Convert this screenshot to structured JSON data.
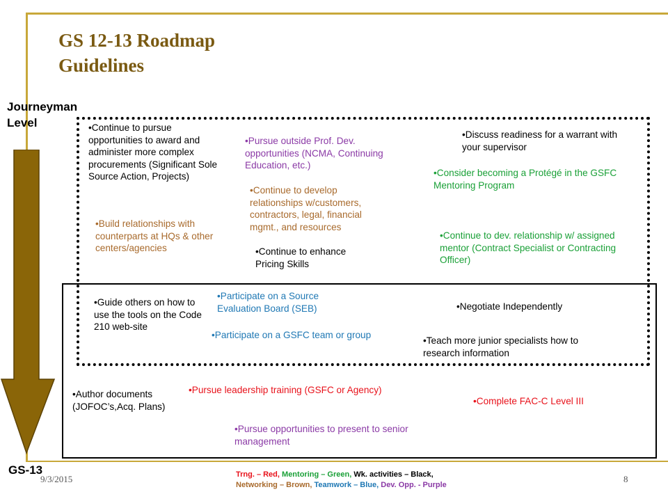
{
  "title": {
    "line1": "GS 12-13 Roadmap",
    "line2": "Guidelines"
  },
  "labels": {
    "level_line1": "Journeyman",
    "level_line2": "Level",
    "grade": "GS-13"
  },
  "footer": {
    "date": "9/3/2015",
    "page": "8"
  },
  "colors": {
    "red": "#e8121b",
    "green": "#1aa037",
    "black": "#000000",
    "brown": "#a86a2c",
    "blue": "#1f78b4",
    "purple": "#8b3aa6",
    "gold": "#c8a83a",
    "arrow": "#8a6508"
  },
  "items": {
    "award_procurements": "•Continue to pursue opportunities to award and administer more complex procurements (Significant Sole Source Action, Projects)",
    "build_relationships": "•Build relationships with counterparts at HQs & other centers/agencies",
    "outside_prof_dev": "•Pursue outside Prof. Dev. opportunities (NCMA, Continuing Education, etc.)",
    "develop_relationships": "•Continue to develop relationships w/customers, contractors, legal, financial mgmt., and resources",
    "pricing_skills": "•Continue to enhance Pricing Skills",
    "warrant_readiness": "•Discuss readiness for a warrant with your supervisor",
    "protege": "•Consider becoming a Protégé in the GSFC Mentoring Program",
    "mentor_relationship": "•Continue to dev. relationship w/ assigned mentor (Contract Specialist or Contracting Officer)",
    "guide_others": "•Guide others on how to use the tools on the Code 210 web-site",
    "seb": "•Participate on a Source Evaluation Board (SEB)",
    "gsfc_team": "•Participate on a GSFC team or group",
    "negotiate": "•Negotiate Independently",
    "teach_juniors": "•Teach more junior specialists how to research information",
    "author_docs": "•Author documents (JOFOC’s,Acq. Plans)",
    "leadership_training": "•Pursue leadership training (GSFC or Agency)",
    "fac_c": "•Complete FAC-C Level III",
    "present_senior": "•Pursue opportunities to present to senior management"
  },
  "legend": {
    "trng": "Trng. – Red,",
    "mentoring": "Mentoring – Green,",
    "wk": "Wk. activities – Black,",
    "networking": "Networking – Brown,",
    "teamwork": "Teamwork – Blue,",
    "devopp": "Dev. Opp. - Purple"
  }
}
